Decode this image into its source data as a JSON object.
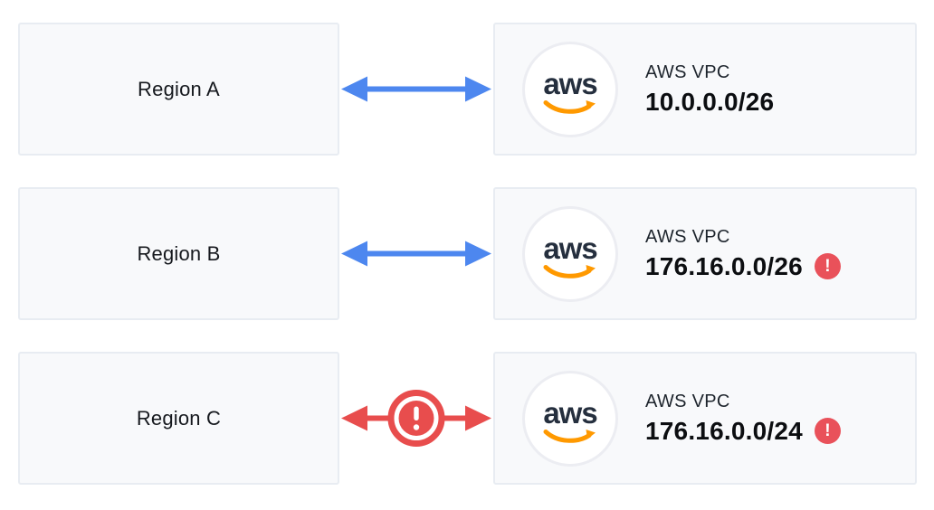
{
  "diagram": {
    "type": "vpc-peering-cidr-conflict",
    "glyphs": {
      "warning": "!"
    },
    "colors": {
      "arrow_blue": "#4d87ef",
      "arrow_red": "#e84d4d",
      "badge_red": "#e9515a",
      "box_background": "#f8f9fb",
      "box_border": "#e8ecf2",
      "aws_navy": "#252f3e",
      "aws_orange": "#ff9900"
    },
    "rows": [
      {
        "region_label": "Region A",
        "link": {
          "type": "bidirectional-arrow",
          "color": "blue",
          "has_conflict": false
        },
        "vpc": {
          "provider": "aws",
          "title": "AWS VPC",
          "cidr": "10.0.0.0/26",
          "has_warning": false
        }
      },
      {
        "region_label": "Region B",
        "link": {
          "type": "bidirectional-arrow",
          "color": "blue",
          "has_conflict": false
        },
        "vpc": {
          "provider": "aws",
          "title": "AWS VPC",
          "cidr": "176.16.0.0/26",
          "has_warning": true
        }
      },
      {
        "region_label": "Region C",
        "link": {
          "type": "bidirectional-arrow",
          "color": "red",
          "has_conflict": true
        },
        "vpc": {
          "provider": "aws",
          "title": "AWS VPC",
          "cidr": "176.16.0.0/24",
          "has_warning": true
        }
      }
    ]
  }
}
